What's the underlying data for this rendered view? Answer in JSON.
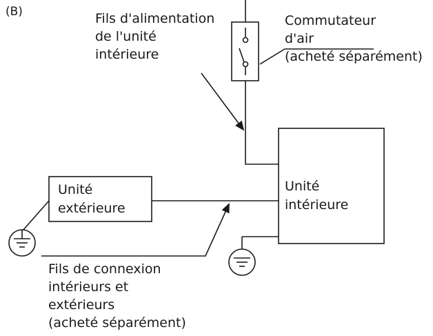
{
  "figure_label": "(B)",
  "labels": {
    "power_wires": [
      "Fils d'alimentation",
      "de l'unité",
      "intérieure"
    ],
    "air_switch": [
      "Commutateur",
      "d'air",
      "(acheté séparément)"
    ],
    "outdoor_unit": [
      "Unité",
      "extérieure"
    ],
    "indoor_unit": [
      "Unité",
      "intérieure"
    ],
    "connection_wires": [
      "Fils de connexion",
      "intérieurs et",
      "extérieurs",
      "(acheté séparément)"
    ]
  },
  "colors": {
    "line": "#1a1a1a",
    "background": "#ffffff"
  }
}
